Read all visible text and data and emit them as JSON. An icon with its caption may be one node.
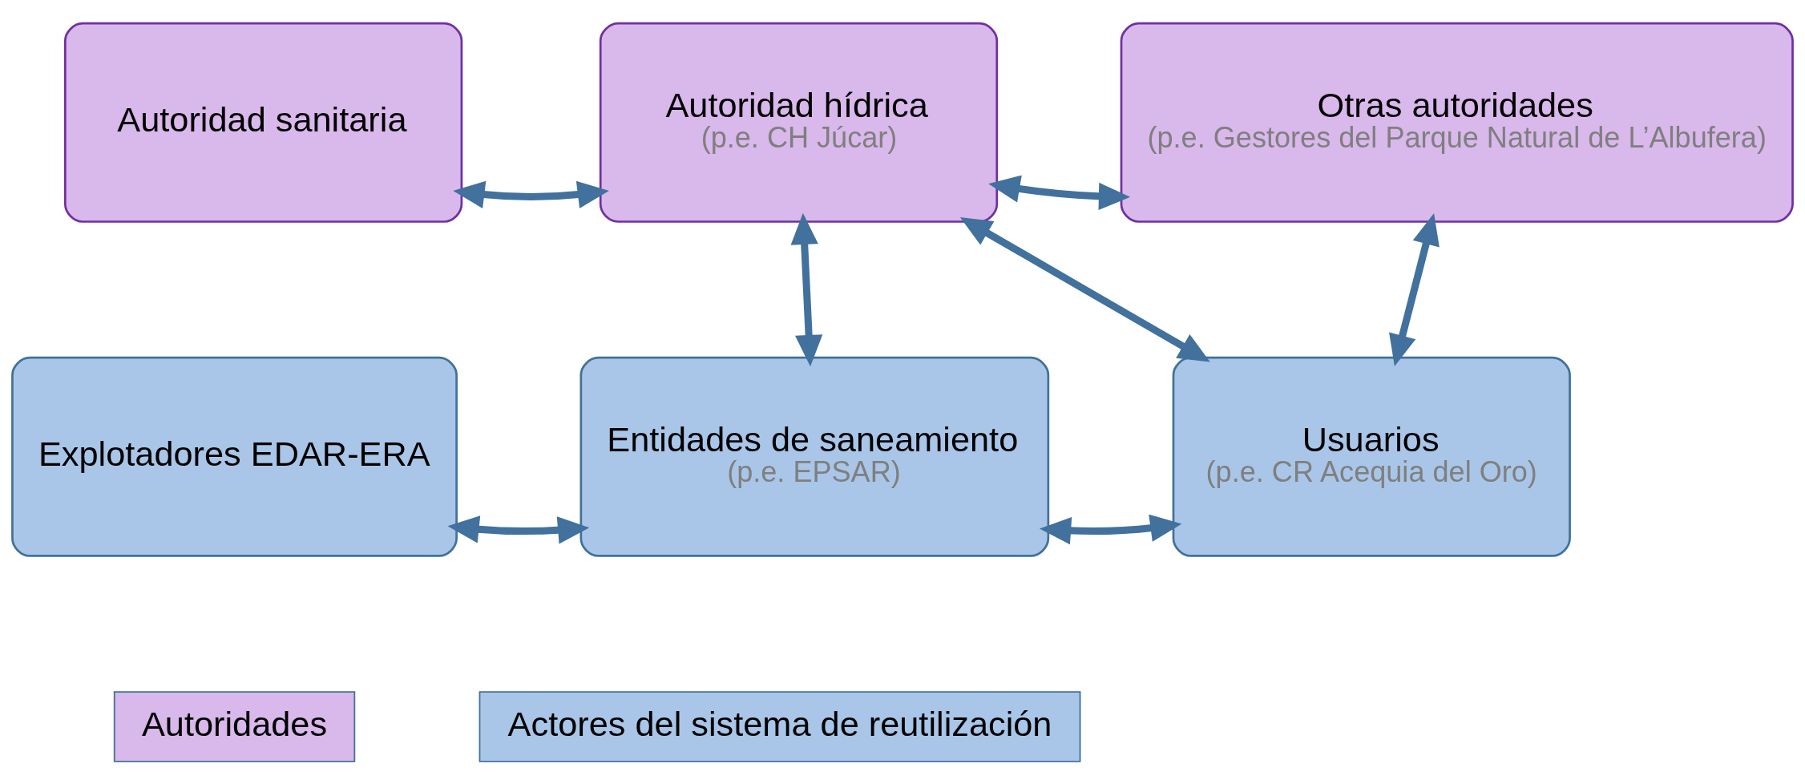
{
  "diagram": {
    "nodes": [
      {
        "text": [
          "Autoridad sanitaria"
        ]
      },
      {
        "text": [
          "Autoridad hídrica",
          "(p.e. CH Júcar)"
        ]
      },
      {
        "text": [
          "Otras autoridades",
          "(p.e. Gestores del Parque Natural de L’Albufera)"
        ]
      },
      {
        "text": [
          "Explotadores EDAR-ERA"
        ]
      },
      {
        "text": [
          "Entidades de saneamiento",
          "(p.e. EPSAR)"
        ]
      },
      {
        "text": [
          "Usuarios",
          "(p.e. CR Acequia del Oro)"
        ]
      }
    ],
    "edges": [
      {
        "from": 0,
        "to": 1,
        "arrow": "both"
      },
      {
        "from": 1,
        "to": 2,
        "arrow": "both"
      },
      {
        "from": 1,
        "to": 4,
        "arrow": "both"
      },
      {
        "from": 1,
        "to": 5,
        "arrow": "both"
      },
      {
        "from": 2,
        "to": 5,
        "arrow": "both"
      },
      {
        "from": 3,
        "to": 4,
        "arrow": "both"
      },
      {
        "from": 4,
        "to": 5,
        "arrow": "both"
      }
    ],
    "legend": [
      {
        "text": "Autoridades",
        "color": "#d9b8eb"
      },
      {
        "text": "Actores del sistema de reutilización",
        "color": "#a9c6e8"
      }
    ]
  }
}
